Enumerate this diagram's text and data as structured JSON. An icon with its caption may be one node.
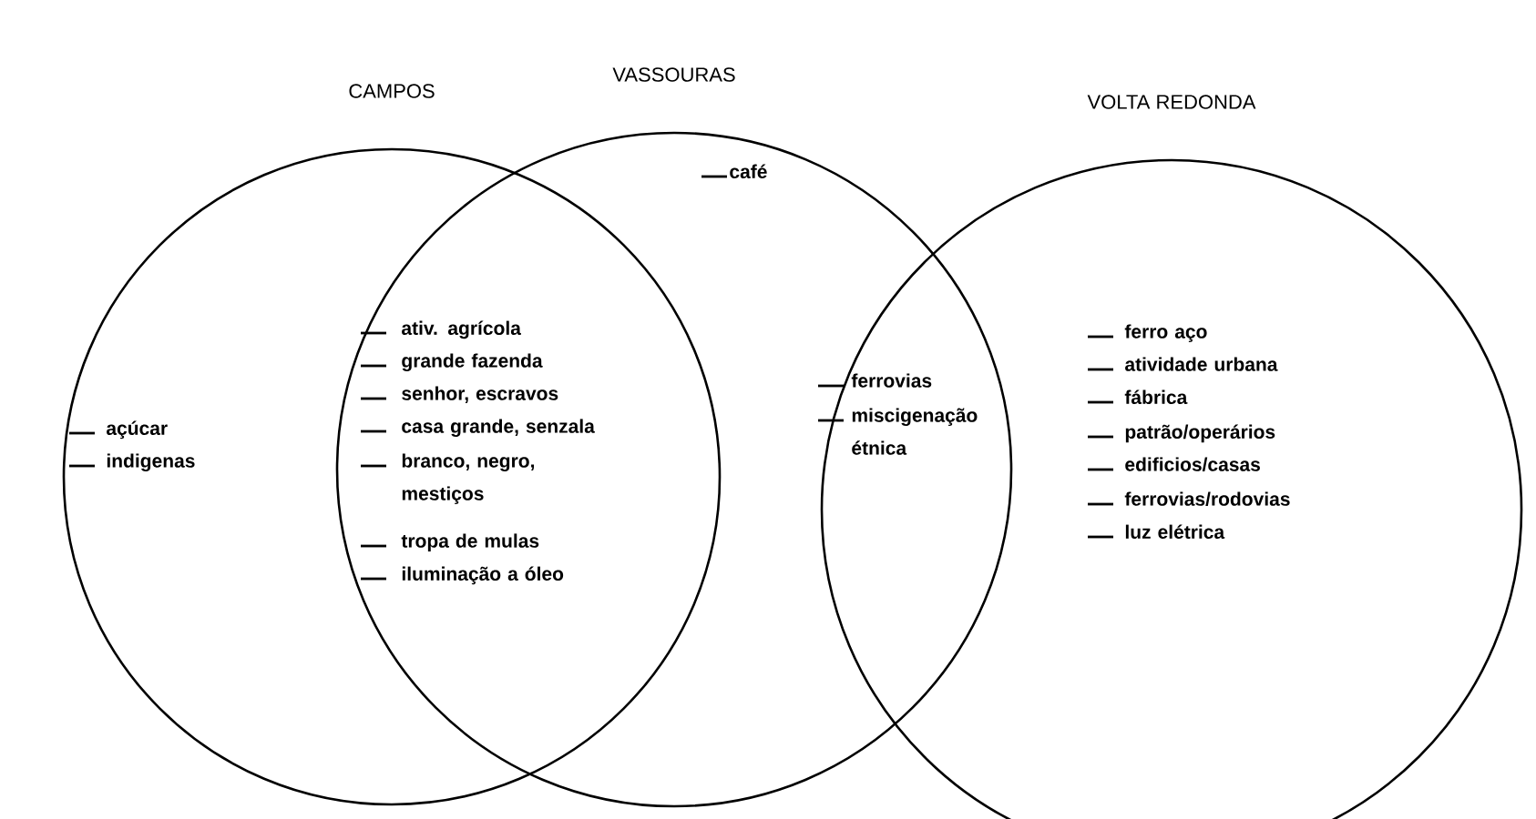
{
  "diagram": {
    "nodes": [
      {
        "text": [
          "CAMPOS"
        ]
      },
      {
        "text": [
          "VASSOURAS"
        ]
      },
      {
        "text": [
          "VOLTA REDONDA"
        ]
      }
    ],
    "edges": [],
    "labels": [
      "café",
      "açúcar",
      "indigenas",
      "ativ. agrícola",
      "grande fazenda",
      "senhor, escravos",
      "casa grande, senzala",
      "branco, negro, mestiços",
      "tropa de mulas",
      "iluminação a óleo",
      "ferrovias",
      "miscigenação étnica",
      "ferro aço",
      "atividade urbana",
      "fábrica",
      "patrão/operários",
      "edificios/casas",
      "ferrovias/rodovias",
      "luz elétrica"
    ]
  }
}
